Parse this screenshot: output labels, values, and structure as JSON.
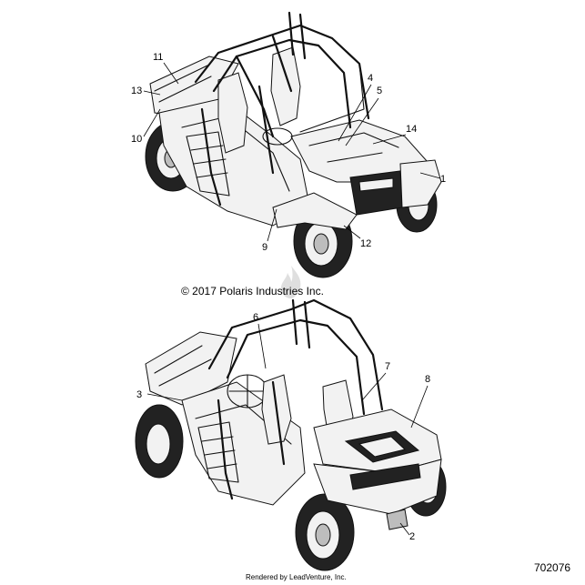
{
  "copyright": "© 2017 Polaris Industries Inc.",
  "part_number": "702076",
  "rendered_by": "Rendered by LeadVenture, Inc.",
  "callouts_top": [
    "11",
    "13",
    "10",
    "4",
    "5",
    "14",
    "1",
    "9",
    "12"
  ],
  "callouts_bottom": [
    "6",
    "3",
    "7",
    "8",
    "2"
  ],
  "icons": [
    "flame-watermark-icon"
  ]
}
